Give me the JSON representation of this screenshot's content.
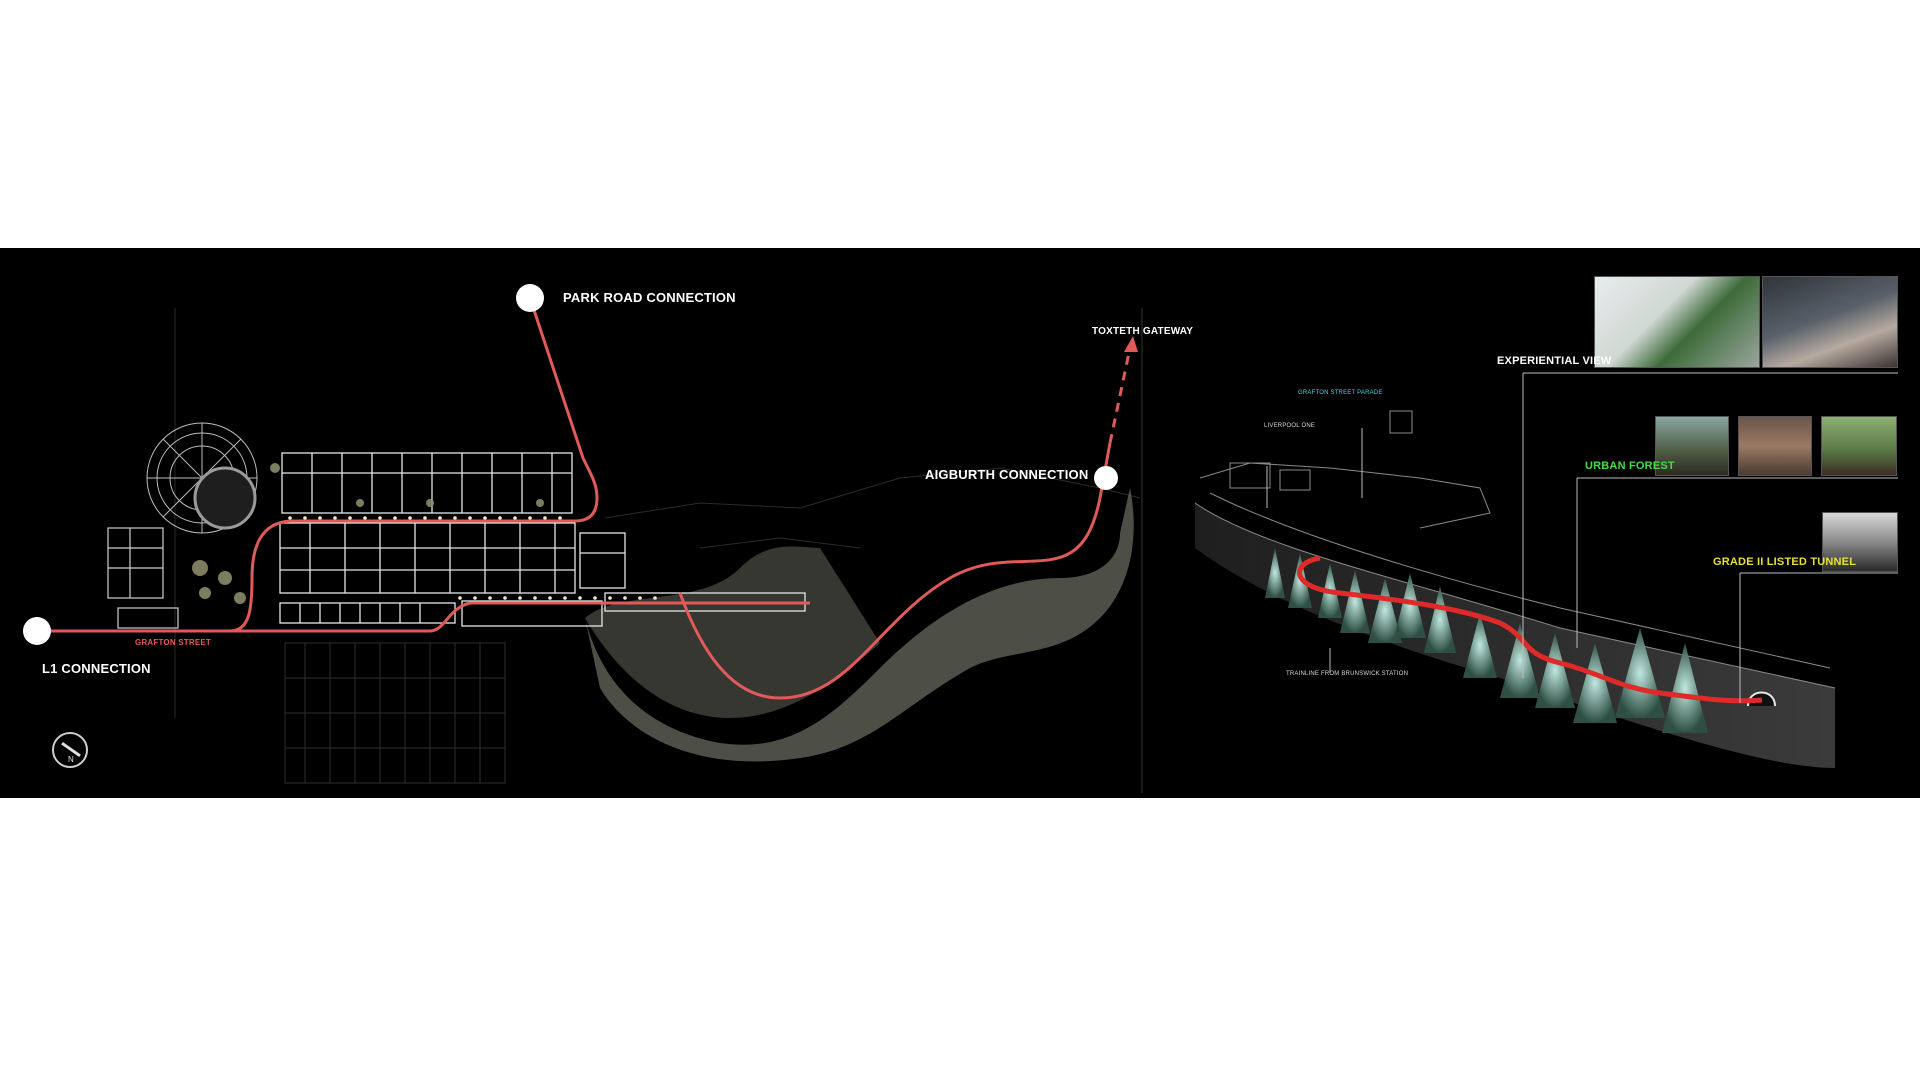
{
  "labels": {
    "park_road": "PARK ROAD CONNECTION",
    "toxteth": "TOXTETH GATEWAY",
    "aigburth": "AIGBURTH CONNECTION",
    "l1": "L1 CONNECTION",
    "grafton_street": "GRAFTON STREET",
    "compass_n": "N",
    "grafton_parade": "GRAFTON STREET PARADE",
    "liverpool_one": "LIVERPOOL ONE",
    "trainline": "TRAINLINE FROM BRUNSWICK STATION",
    "experiential_view": "EXPERIENTIAL VIEW",
    "urban_forest": "URBAN FOREST",
    "grade_tunnel": "GRADE II LISTED TUNNEL"
  },
  "colors": {
    "background": "#000000",
    "route": "#e05a5a",
    "grafton_label": "#e05a5a",
    "parade_label": "#4fd0e0",
    "urban_forest_label": "#3fe03f",
    "tunnel_label": "#e8e030",
    "white": "#ffffff"
  },
  "icons": {
    "compass": "north-arrow-icon",
    "node": "connection-node-icon"
  }
}
